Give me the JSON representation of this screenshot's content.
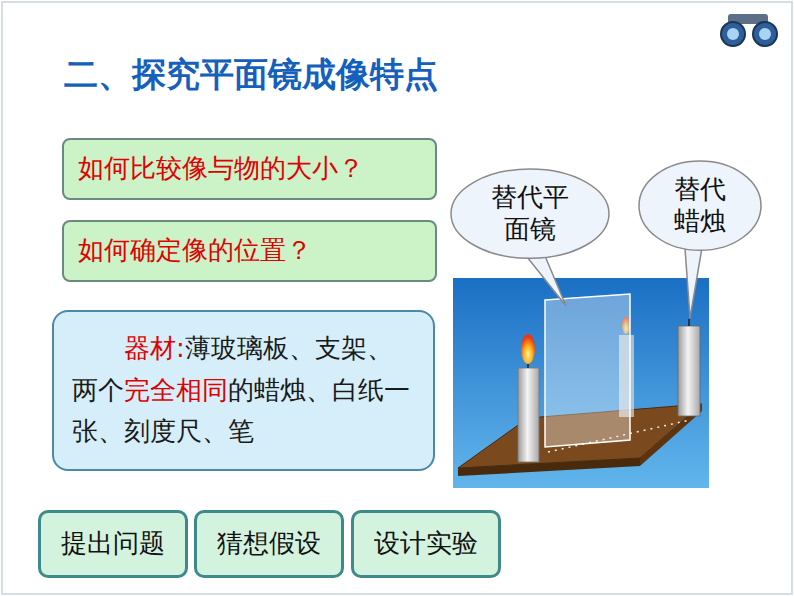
{
  "diagram": {
    "title": "二、探究平面镜成像特点",
    "nodes": [
      {
        "text": [
          "如何比较像与物的大小？"
        ]
      },
      {
        "text": [
          "如何确定像的位置？"
        ]
      },
      {
        "text": [
          "器材:",
          "薄玻璃板、支架、两个",
          "完全相同",
          "的蜡烛、白纸一张、刻度尺、笔"
        ]
      },
      {
        "text": [
          "替代平面镜"
        ]
      },
      {
        "text": [
          "替代蜡烛"
        ]
      },
      {
        "text": [
          "提出问题"
        ]
      },
      {
        "text": [
          "猜想假设"
        ]
      },
      {
        "text": [
          "设计实验"
        ]
      }
    ]
  }
}
